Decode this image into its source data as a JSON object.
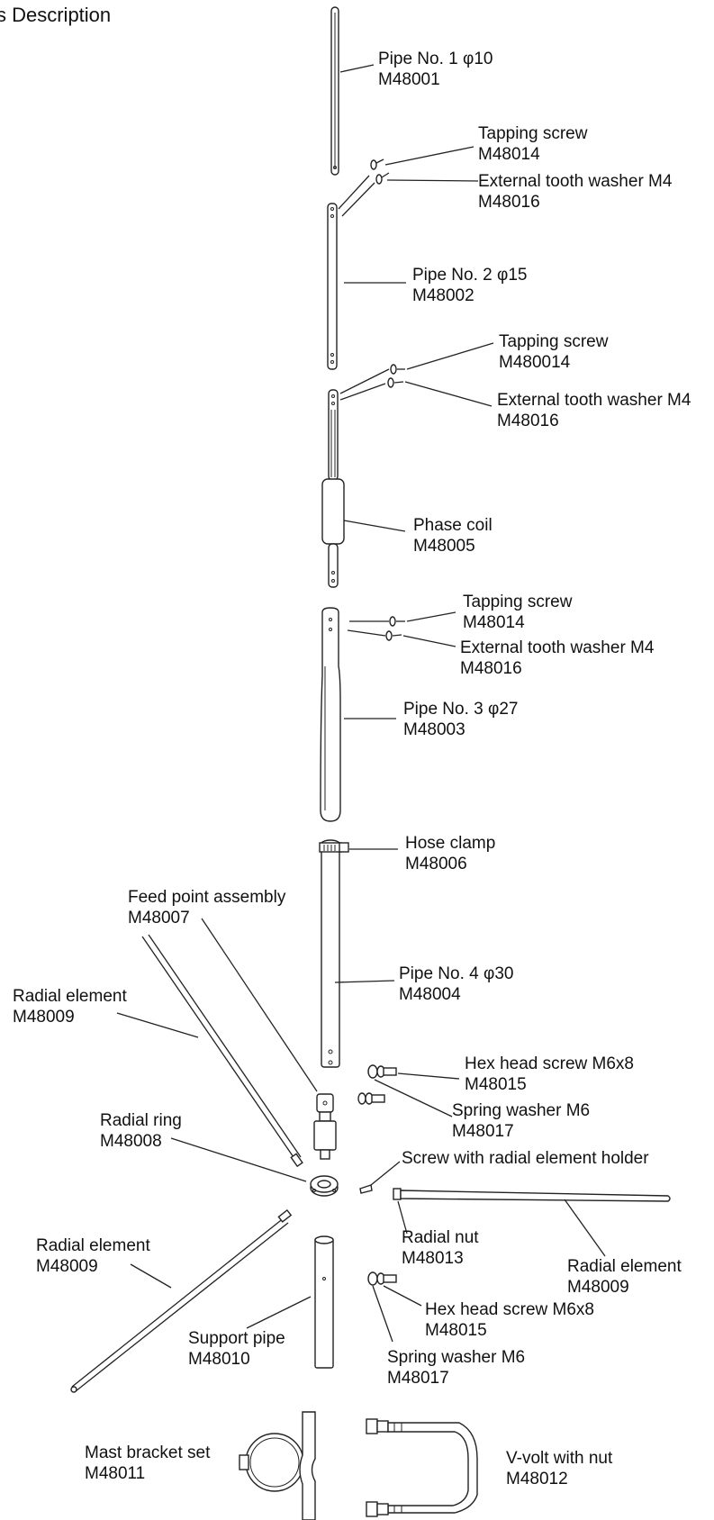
{
  "title": "s Description",
  "parts": {
    "pipe1": {
      "name": "Pipe No. 1 φ10",
      "code": "M48001"
    },
    "screw1": {
      "name": "Tapping screw",
      "code": "M48014"
    },
    "washer1": {
      "name": "External tooth washer M4",
      "code": "M48016"
    },
    "pipe2": {
      "name": "Pipe No. 2 φ15",
      "code": "M48002"
    },
    "screw2": {
      "name": "Tapping screw",
      "code": "M480014"
    },
    "washer2": {
      "name": "External tooth washer M4",
      "code": "M48016"
    },
    "coil": {
      "name": "Phase coil",
      "code": "M48005"
    },
    "screw3": {
      "name": "Tapping screw",
      "code": "M48014"
    },
    "washer3": {
      "name": "External tooth washer M4",
      "code": "M48016"
    },
    "pipe3": {
      "name": "Pipe No. 3 φ27",
      "code": "M48003"
    },
    "clamp": {
      "name": "Hose clamp",
      "code": "M48006"
    },
    "feed": {
      "name": "Feed point assembly",
      "code": "M48007"
    },
    "pipe4": {
      "name": "Pipe No. 4 φ30",
      "code": "M48004"
    },
    "radial1": {
      "name": "Radial element",
      "code": "M48009"
    },
    "hex1": {
      "name": "Hex head screw M6x8",
      "code": "M48015"
    },
    "spring1": {
      "name": "Spring washer M6",
      "code": "M48017"
    },
    "ring": {
      "name": "Radial ring",
      "code": "M48008"
    },
    "holder": {
      "name": "Screw with radial element holder"
    },
    "nut": {
      "name": "Radial nut",
      "code": "M48013"
    },
    "radial2": {
      "name": "Radial element",
      "code": "M48009"
    },
    "radial3": {
      "name": "Radial element",
      "code": "M48009"
    },
    "hex2": {
      "name": "Hex head screw M6x8",
      "code": "M48015"
    },
    "support": {
      "name": "Support pipe",
      "code": "M48010"
    },
    "spring2": {
      "name": "Spring washer M6",
      "code": "M48017"
    },
    "mast": {
      "name": "Mast bracket set",
      "code": "M48011"
    },
    "vbolt": {
      "name": "V-volt with nut",
      "code": "M48012"
    }
  }
}
